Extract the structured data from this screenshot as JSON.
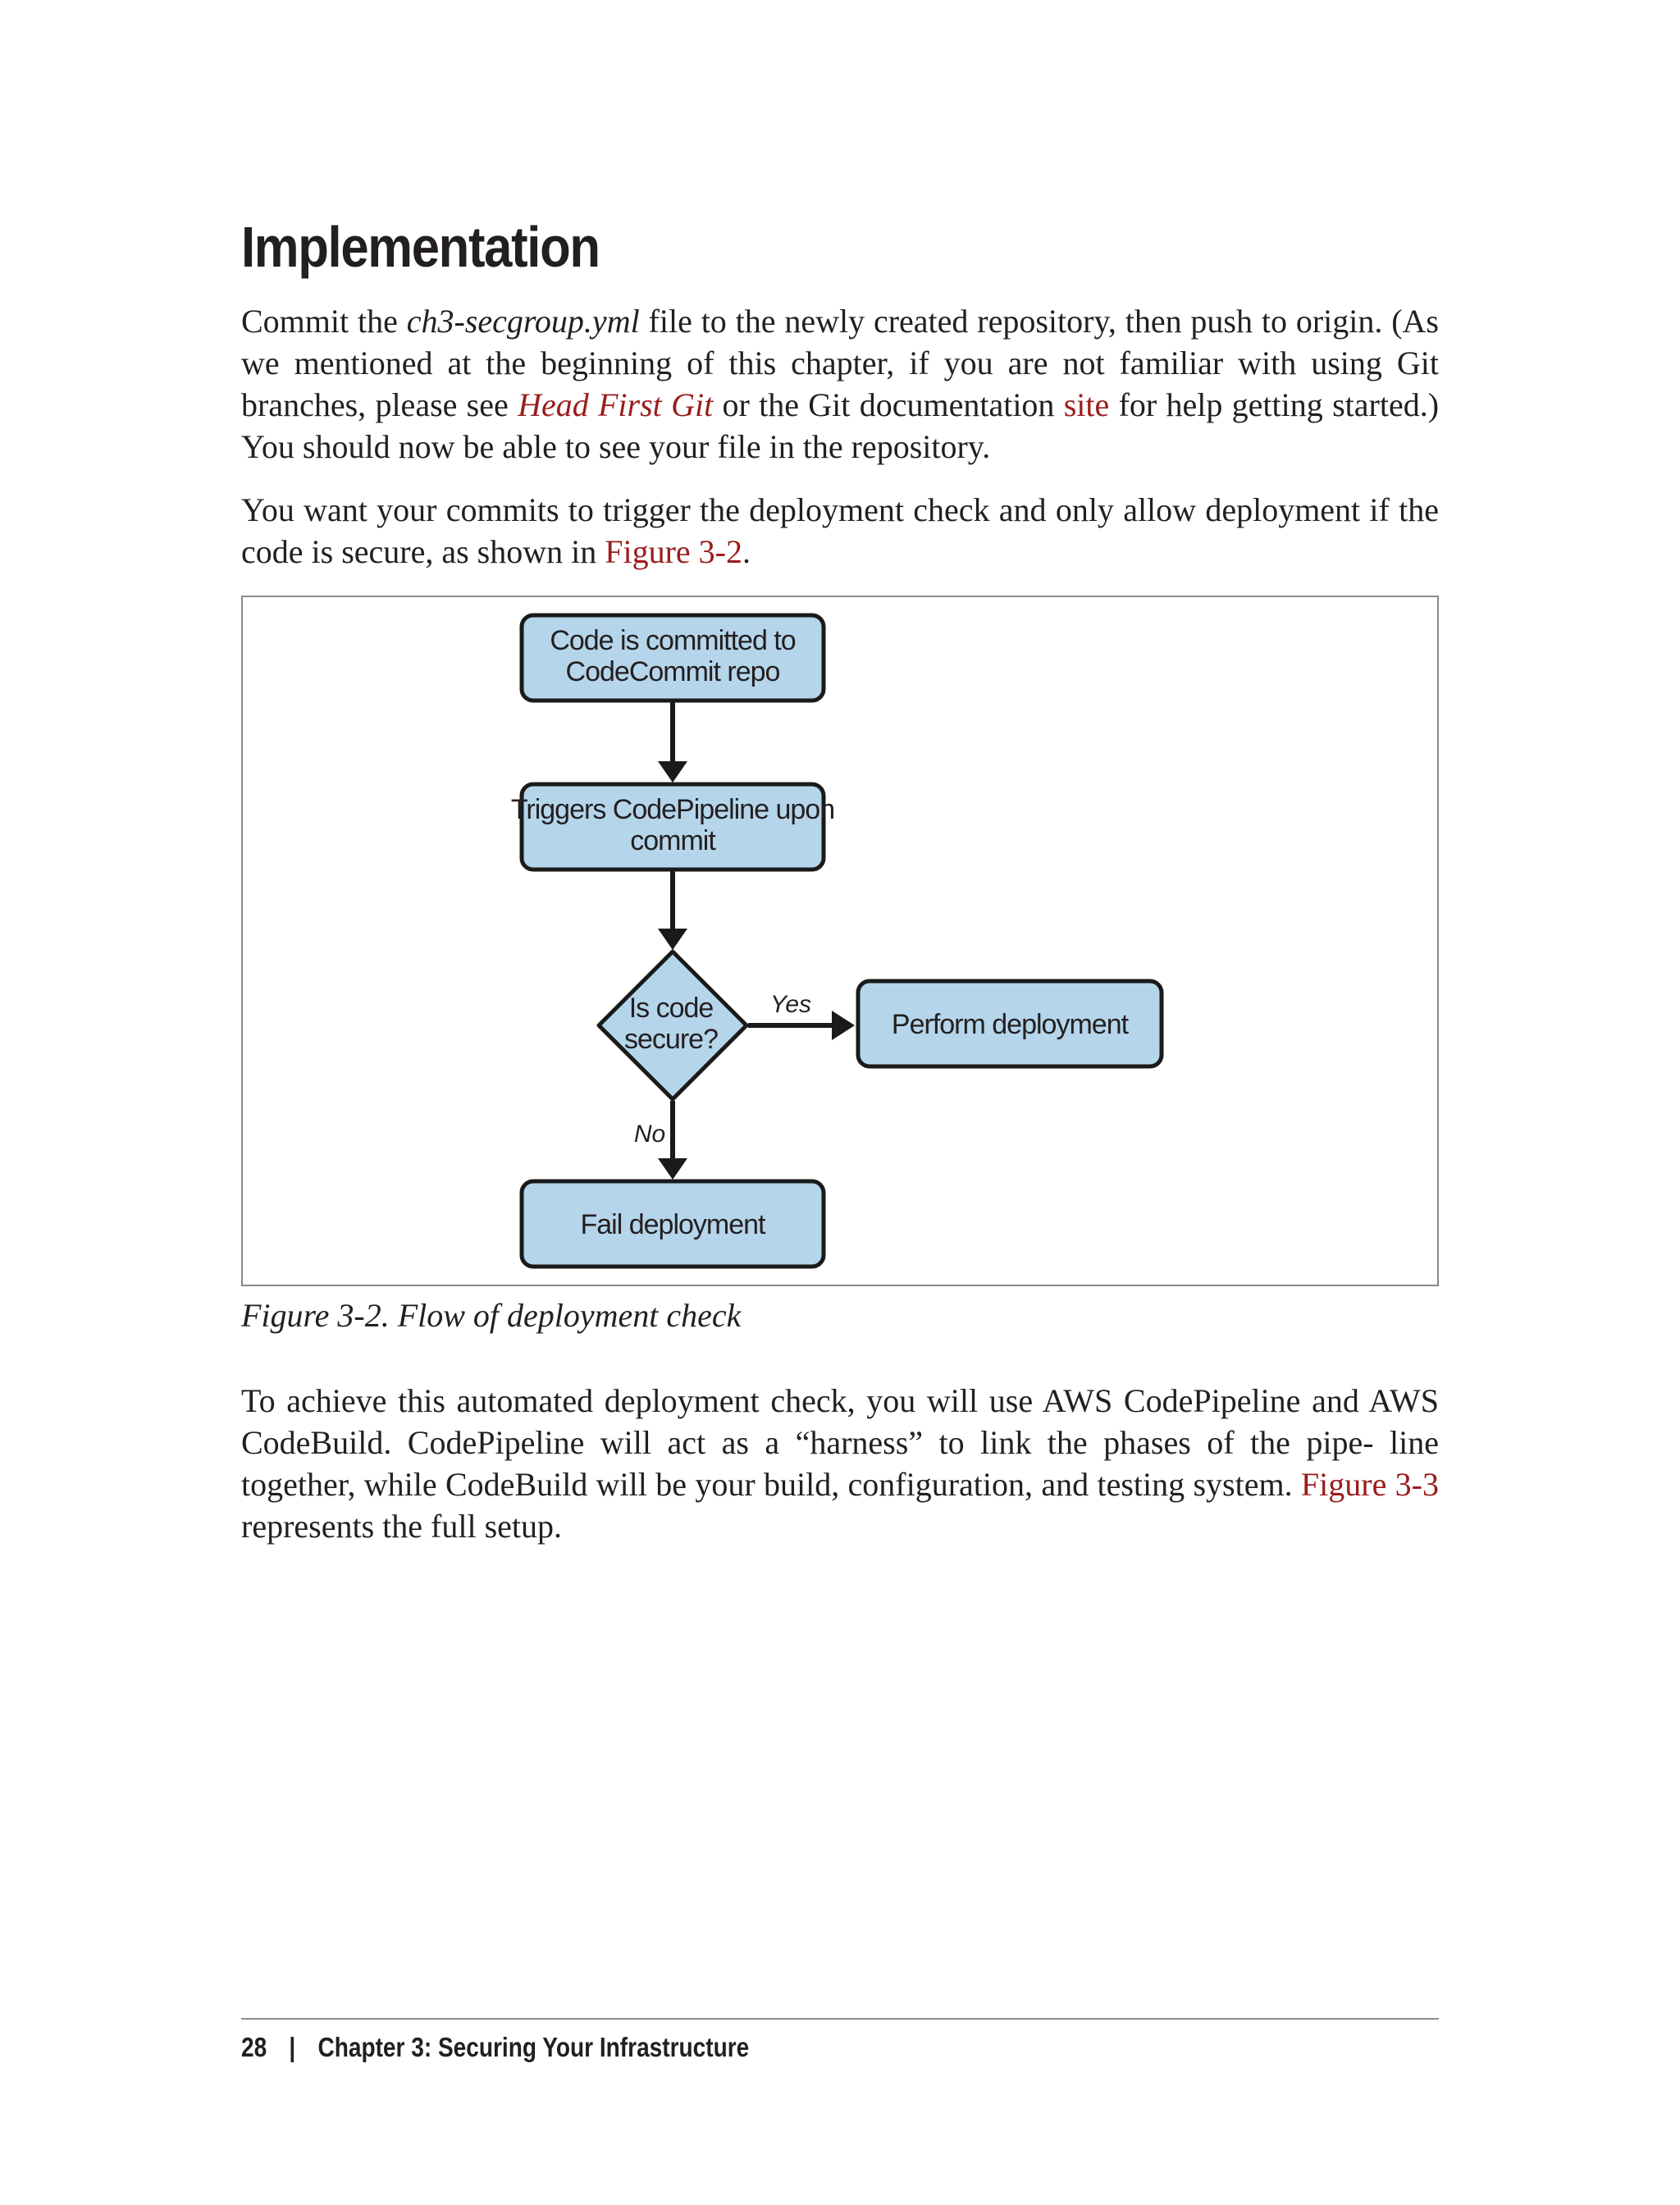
{
  "heading": "Implementation",
  "paragraph1": {
    "t1": "Commit the ",
    "file": "ch3-secgroup.yml",
    "t2": " file to the newly created repository, then push to origin. (As we mentioned at the beginning of this chapter, if you are not familiar with using Git branches, please see ",
    "book_link": "Head First Git",
    "t3": " or the Git documentation ",
    "site_link": "site",
    "t4": " for help getting started.) You should now be able to see your file in the repository."
  },
  "paragraph2": {
    "t1": "You want your commits to trigger the deployment check and only allow deployment if the code is secure, as shown in ",
    "figure_link": "Figure 3-2",
    "t2": "."
  },
  "figure": {
    "nodes": {
      "commit": [
        "Code is committed to",
        "CodeCommit repo"
      ],
      "trigger": [
        "Triggers CodePipeline upon",
        "commit"
      ],
      "decision": [
        "Is code",
        "secure?"
      ],
      "deploy": "Perform deployment",
      "fail": "Fail deployment"
    },
    "edge_labels": {
      "yes": "Yes",
      "no": "No"
    },
    "colors": {
      "node_fill": "#b5d5eb",
      "node_stroke": "#1a1a1a"
    }
  },
  "caption": "Figure 3-2. Flow of deployment check",
  "paragraph3": {
    "t1": "To achieve this automated deployment check, you will use AWS CodePipeline and AWS CodeBuild. CodePipeline will act as a “harness” to link the phases of the pipe‐ line together, while CodeBuild will be your build, configuration, and testing system. ",
    "figure_link": "Figure 3-3",
    "t2": " represents the full setup."
  },
  "footer": {
    "page_number": "28",
    "separator": "|",
    "chapter": "Chapter 3: Securing Your Infrastructure"
  }
}
